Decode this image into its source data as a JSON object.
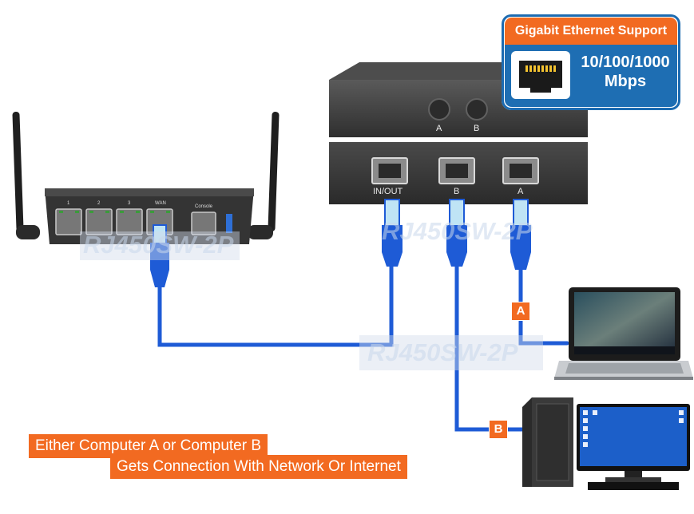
{
  "badge": {
    "title": "Gigabit Ethernet Support",
    "speed": "10/100/1000",
    "unit": "Mbps"
  },
  "switch": {
    "button_labels": [
      "A",
      "B"
    ],
    "port_labels": [
      "IN/OUT",
      "B",
      "A"
    ]
  },
  "router": {
    "port_labels": [
      "1",
      "2",
      "3",
      "WAN",
      "Console"
    ]
  },
  "watermark": "RJ450SW-2P",
  "tags": {
    "a": "A",
    "b": "B"
  },
  "caption": {
    "line1": "Either Computer A or Computer B",
    "line2": "Gets Connection With Network Or Internet"
  },
  "colors": {
    "cable": "#1e5bd6",
    "accent": "#f26a21",
    "badge_blue": "#1e6eb3",
    "device": "#3a3a3a"
  }
}
